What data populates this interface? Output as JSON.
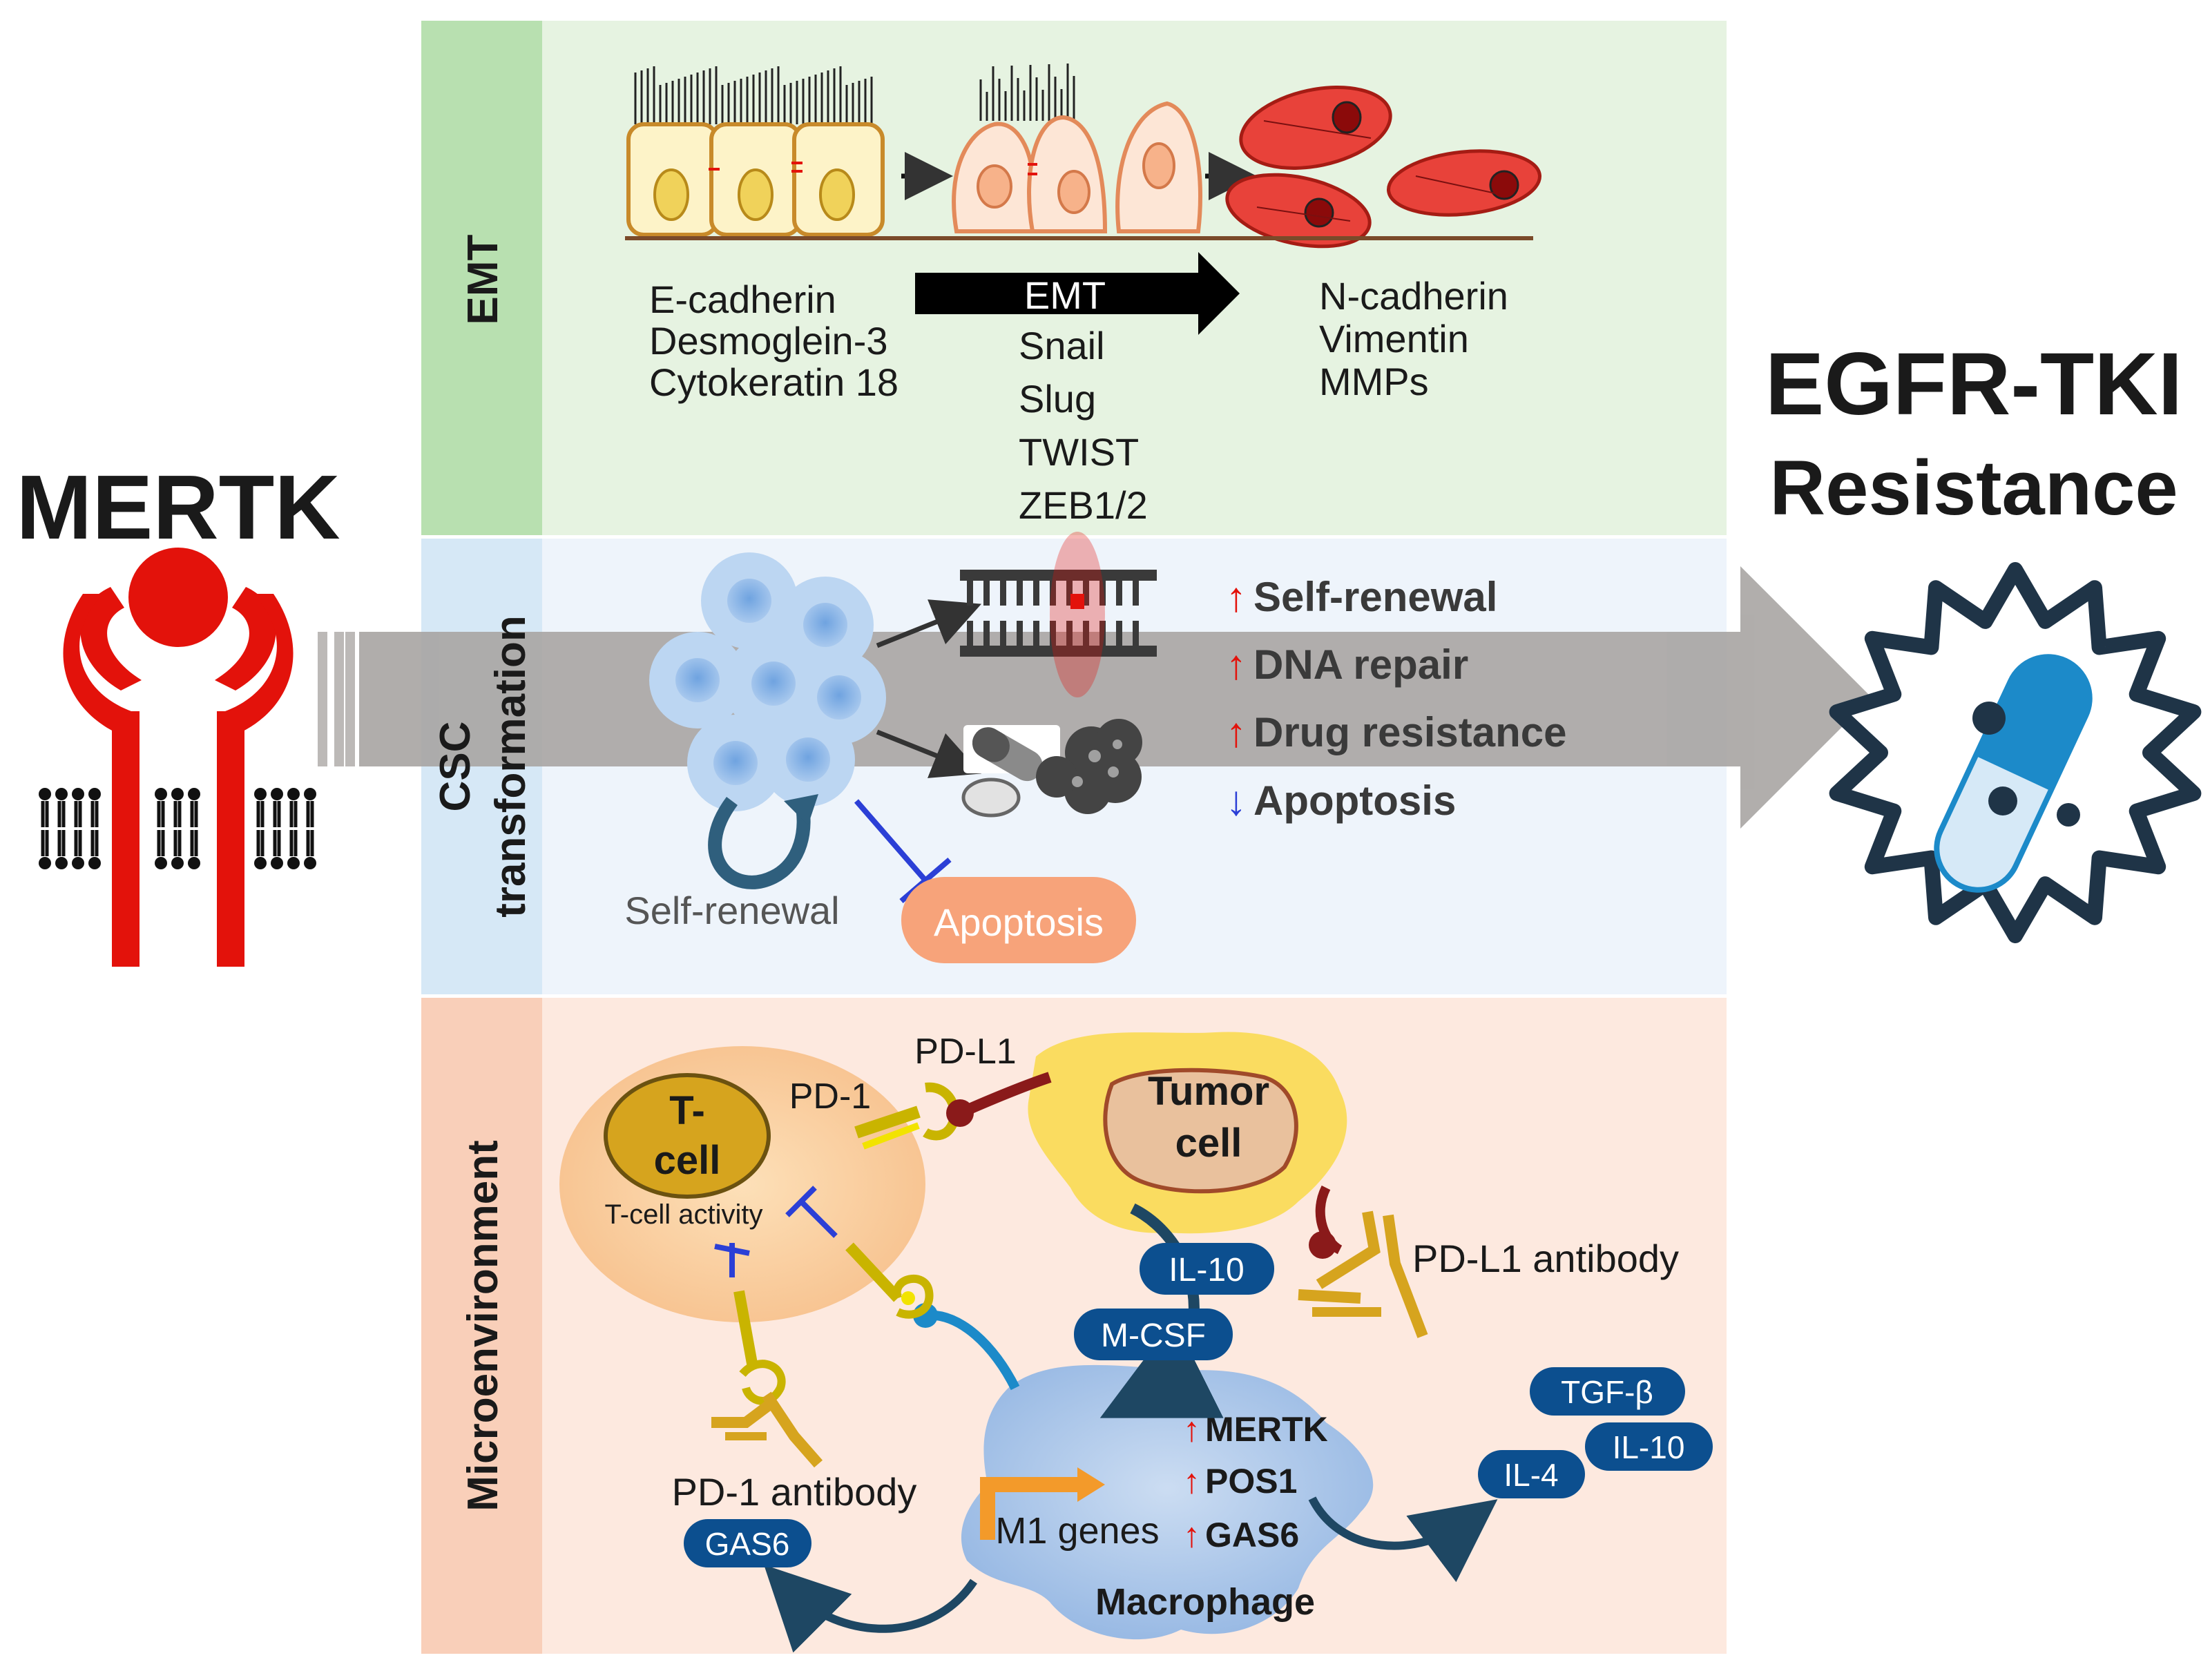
{
  "left": {
    "title": "MERTK"
  },
  "right": {
    "title_line1": "EGFR-TKI",
    "title_line2": "Resistance"
  },
  "emt": {
    "side_label": "EMT",
    "epithelial_markers": [
      "E-cadherin",
      "Desmoglein-3",
      "Cytokeratin 18"
    ],
    "arrow_label": "EMT",
    "transcription_factors": [
      "Snail",
      "Slug",
      "TWIST",
      "ZEB1/2"
    ],
    "mesenchymal_markers": [
      "N-cadherin",
      "Vimentin",
      "MMPs"
    ]
  },
  "csc": {
    "side_label_line1": "CSC",
    "side_label_line2": "transformation",
    "self_renewal_label": "Self-renewal",
    "apoptosis_label": "Apoptosis",
    "effects": [
      {
        "arrow": "↑",
        "text": "Self-renewal"
      },
      {
        "arrow": "↑",
        "text": "DNA repair"
      },
      {
        "arrow": "↑",
        "text": "Drug resistance"
      },
      {
        "arrow": "↓",
        "text": "Apoptosis"
      }
    ]
  },
  "micro": {
    "side_label": "Microenvironment",
    "tcell_line1": "T-",
    "tcell_line2": "cell",
    "tcell_activity": "T-cell activity",
    "pd1": "PD-1",
    "pdl1": "PD-L1",
    "tumor_line1": "Tumor",
    "tumor_line2": "cell",
    "pdl1_antibody": "PD-L1 antibody",
    "pd1_antibody": "PD-1 antibody",
    "il10_a": "IL-10",
    "mcsf": "M-CSF",
    "gas6_pill": "GAS6",
    "tgfb": "TGF-β",
    "il10_b": "IL-10",
    "il4": "IL-4",
    "m1_genes": "M1 genes",
    "macrophage": "Macrophage",
    "upregulated": [
      "MERTK",
      "POS1",
      "GAS6"
    ],
    "up_arrow": "↑"
  },
  "colors": {
    "emt_panel": "#e6f3e1",
    "emt_label": "#b8e0b0",
    "csc_panel": "#eef4fb",
    "csc_label": "#d6e8f6",
    "micro_panel": "#fde9df",
    "micro_label": "#f9cfb9",
    "big_arrow": "#a8a5a3",
    "receptor_red": "#e3120b",
    "pill_blue": "#0c4f8f",
    "apoptosis_orange": "#f7a37a"
  }
}
